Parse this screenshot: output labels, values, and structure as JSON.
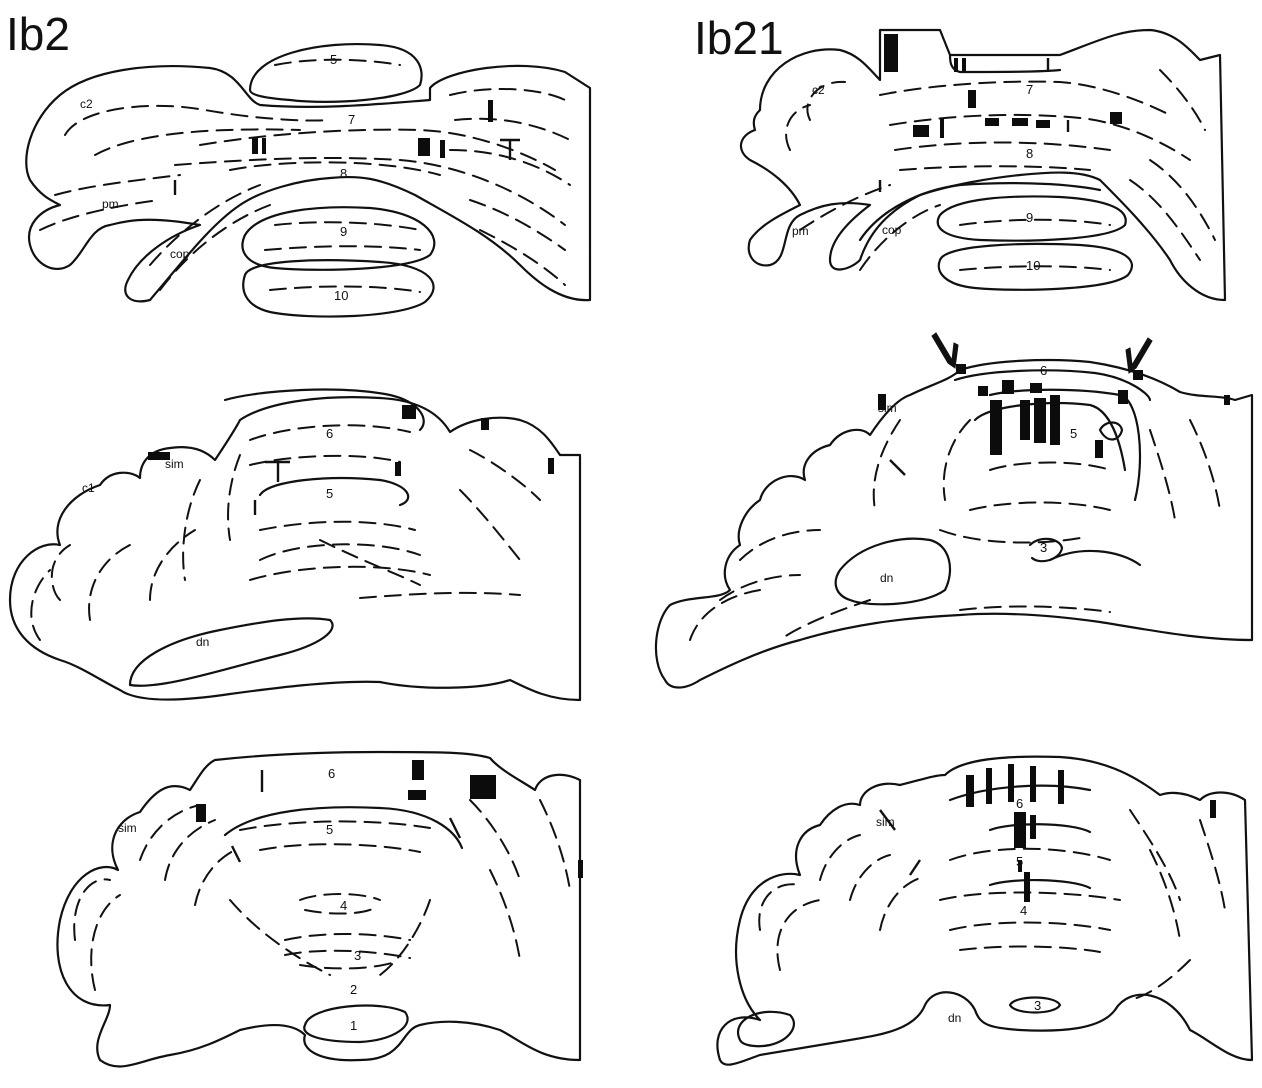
{
  "panels": {
    "left": {
      "title": "Ib2"
    },
    "right": {
      "title": "Ib21"
    }
  },
  "labels": {
    "l1": {
      "c2": "c2",
      "pm": "pm",
      "cop": "cop",
      "lob5": "5",
      "lob7": "7",
      "lob8": "8",
      "lob9": "9",
      "lob10": "10"
    },
    "l2": {
      "c1": "c1",
      "sim": "sim",
      "lob6": "6",
      "lob5": "5",
      "dn": "dn"
    },
    "l3": {
      "sim": "sim",
      "lob6": "6",
      "lob5": "5",
      "lob4": "4",
      "lob3": "3",
      "lob2": "2",
      "lob1": "1"
    },
    "r1": {
      "c2": "c2",
      "pm": "pm",
      "cop": "cop",
      "lob7": "7",
      "lob8": "8",
      "lob9": "9",
      "lob10": "10"
    },
    "r2": {
      "sim": "sim",
      "lob6": "6",
      "lob5": "5",
      "lob3": "3",
      "dn": "dn"
    },
    "r3": {
      "sim": "sim",
      "lob6": "6",
      "lob5": "5",
      "lob4": "4",
      "lob3": "3",
      "dn": "dn"
    }
  }
}
